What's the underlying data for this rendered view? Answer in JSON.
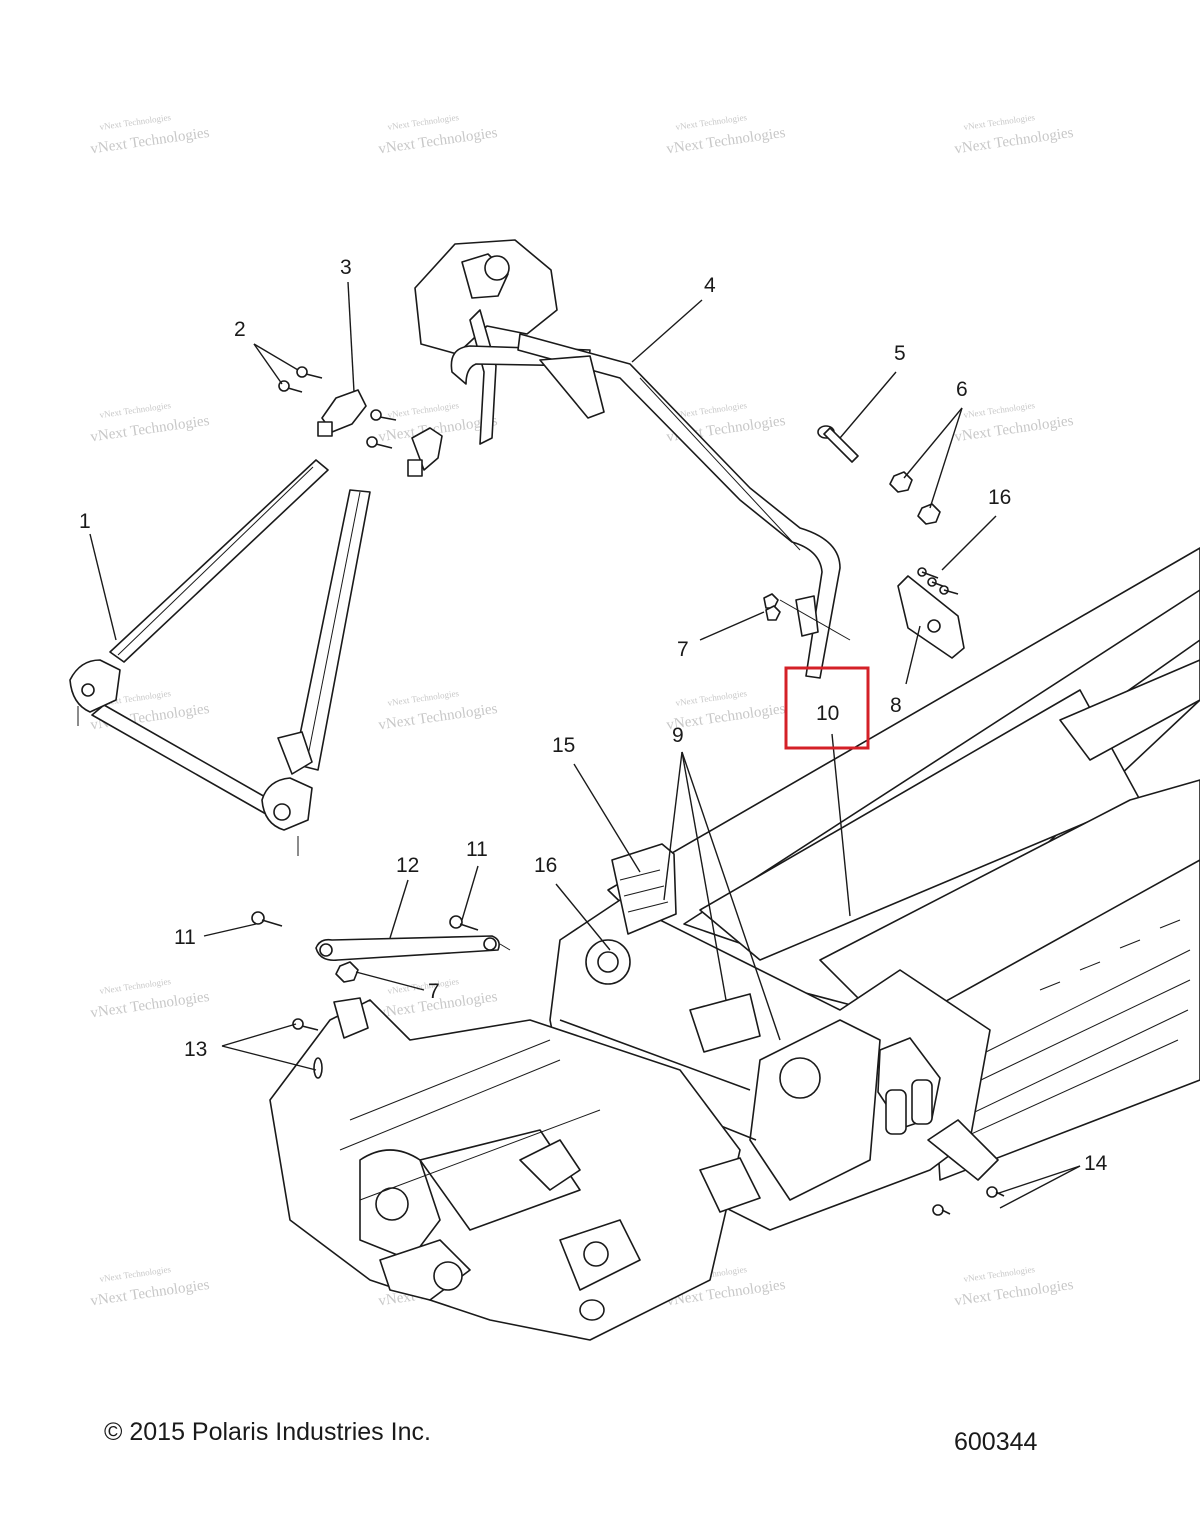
{
  "copyright": "© 2015 Polaris Industries Inc.",
  "diagram_number": "600344",
  "watermark": {
    "line1": "vNext Technologies",
    "line2": "vNext Technologies"
  },
  "highlight_color": "#d42027",
  "callouts": {
    "c1": "1",
    "c2": "2",
    "c3": "3",
    "c4": "4",
    "c5": "5",
    "c6": "6",
    "c7a": "7",
    "c7b": "7",
    "c8": "8",
    "c9": "9",
    "c10": "10",
    "c11a": "11",
    "c11b": "11",
    "c12": "12",
    "c13": "13",
    "c14": "14",
    "c15": "15",
    "c16a": "16",
    "c16b": "16"
  }
}
